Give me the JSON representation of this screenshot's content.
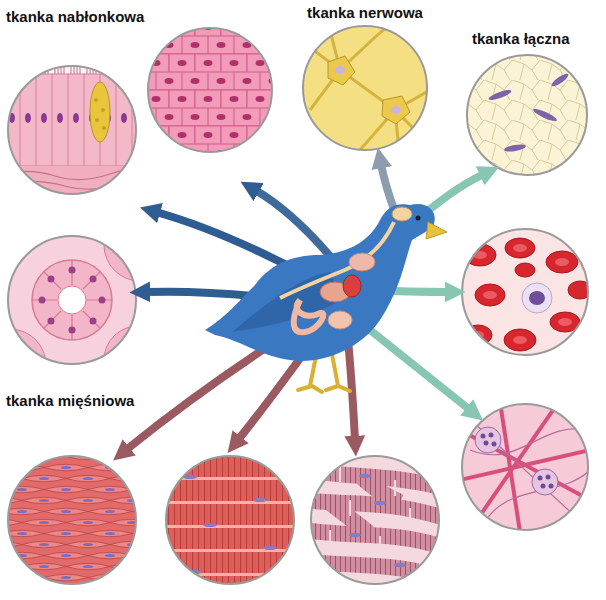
{
  "diagram": {
    "labels": [
      "tkanka nerwowa",
      "tkanka nabłonkowa",
      "tkanka łączna",
      "tkanka mięśniowa"
    ]
  }
}
